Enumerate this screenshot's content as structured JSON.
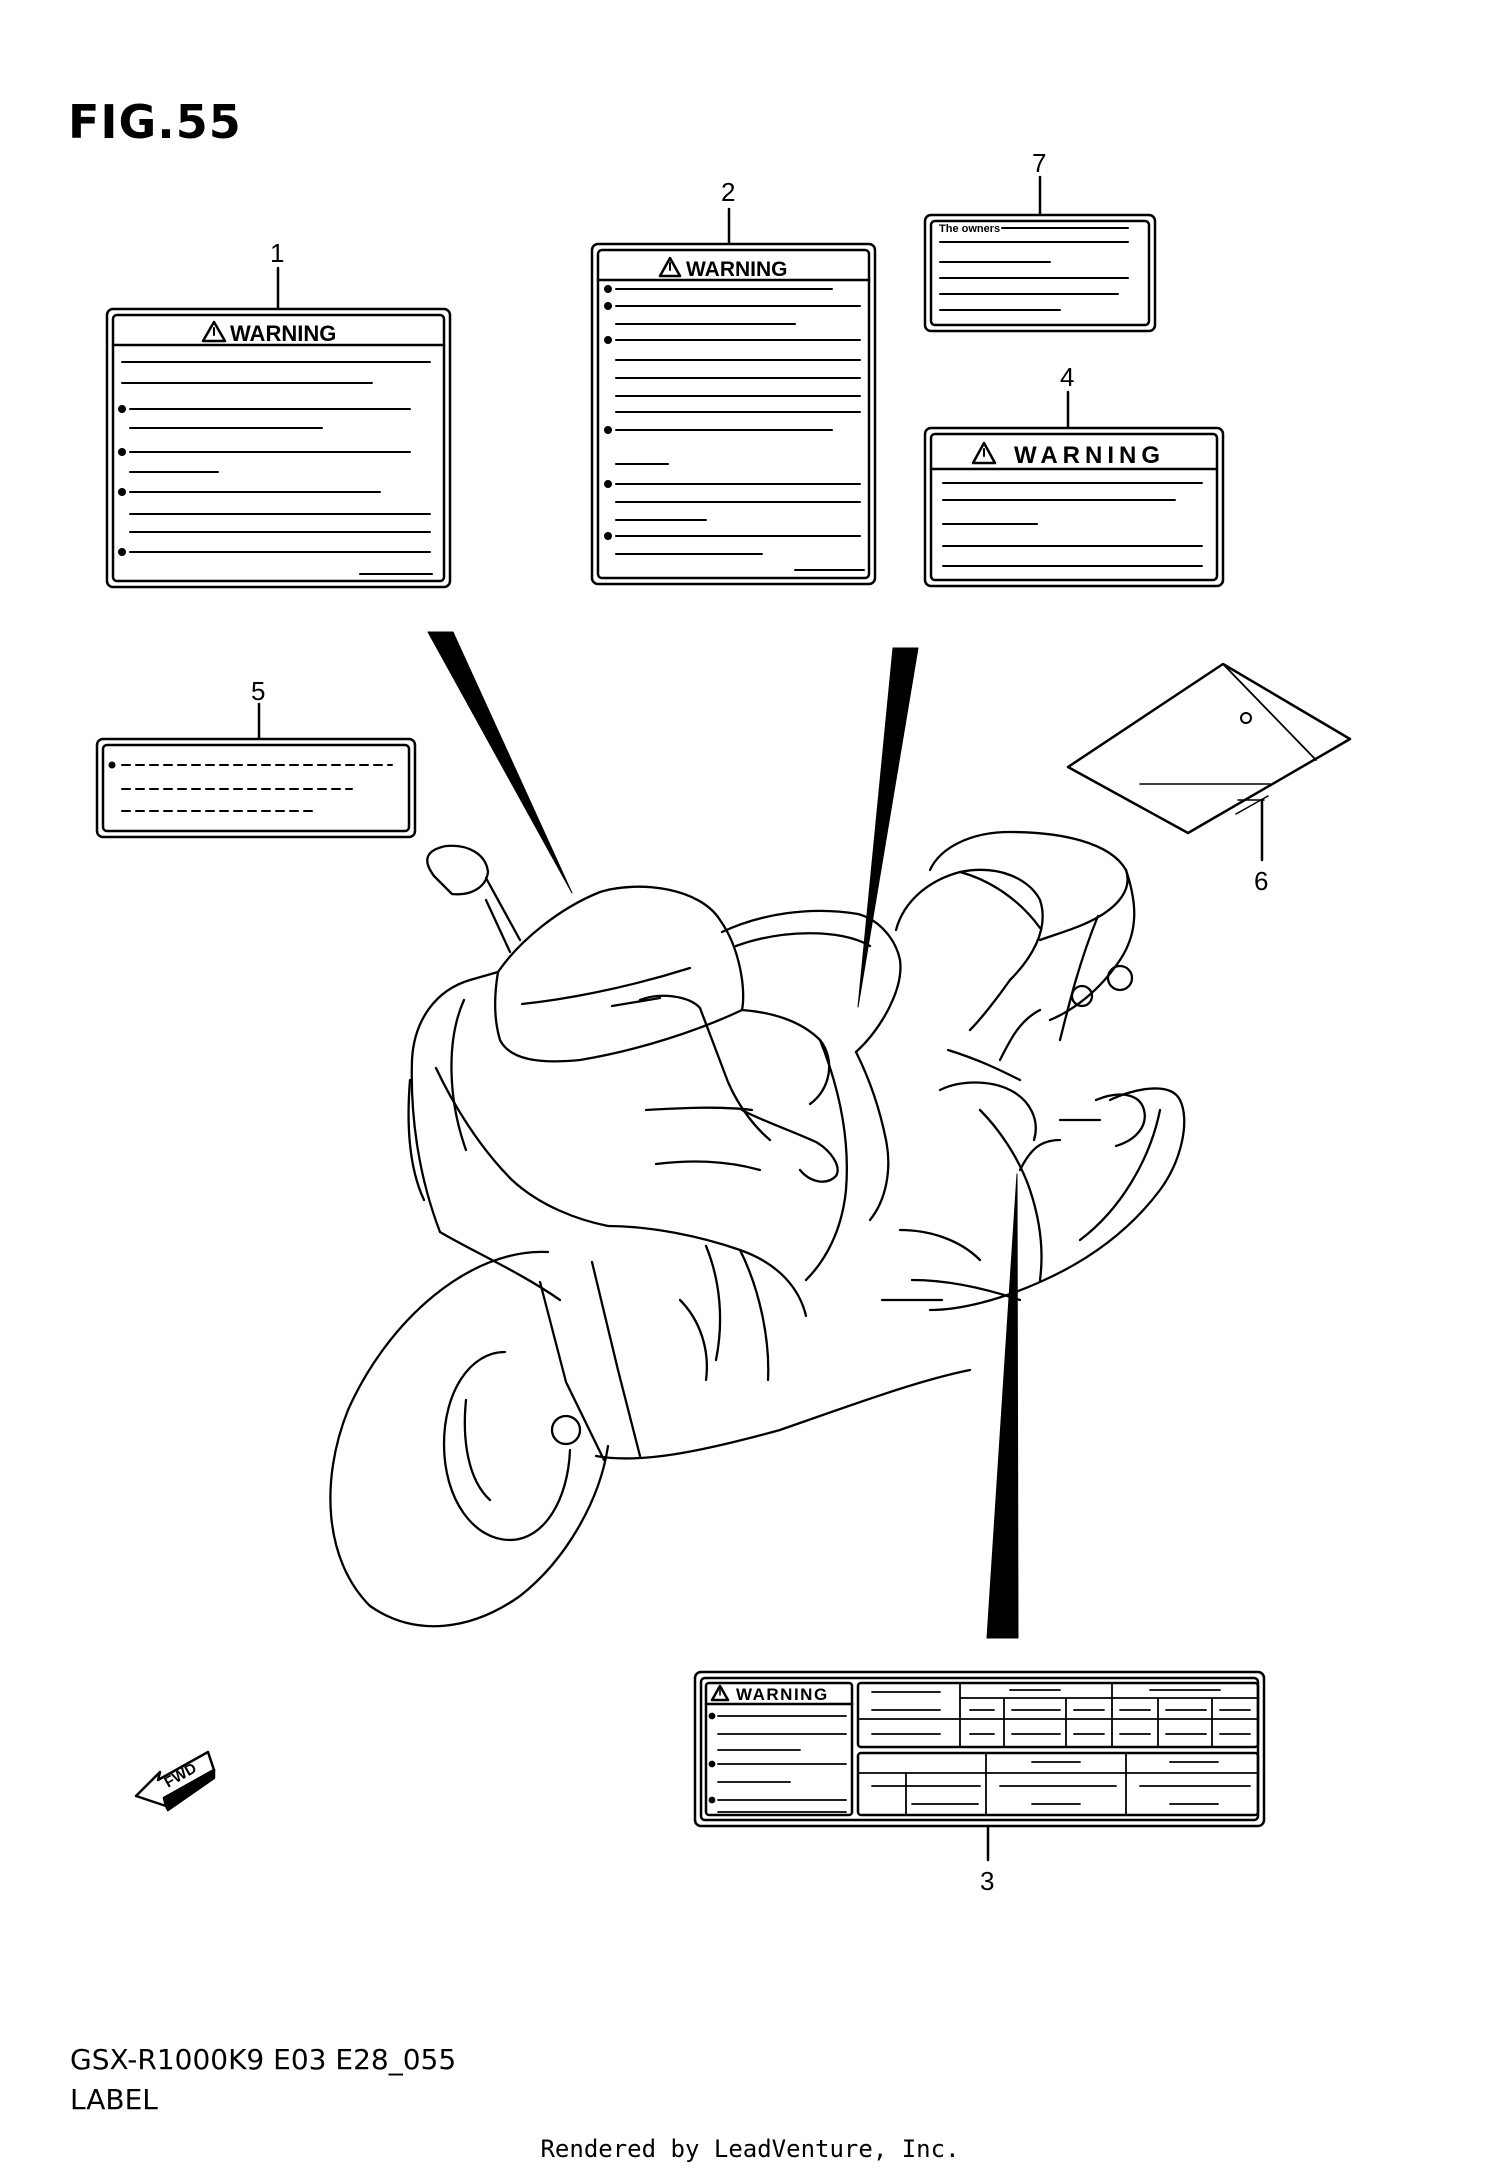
{
  "figure": {
    "title": "FIG.55",
    "code": "GSX-R1000K9 E03 E28_055",
    "name": "LABEL",
    "credit": "Rendered by LeadVenture, Inc."
  },
  "labels": {
    "warning_text": "WARNING",
    "owners_text": "The owners",
    "fwd_text": "FWD"
  },
  "callouts": [
    "1",
    "2",
    "3",
    "4",
    "5",
    "6",
    "7"
  ],
  "icons": {
    "warning": "warning-triangle-icon",
    "forward": "forward-arrow-icon"
  }
}
